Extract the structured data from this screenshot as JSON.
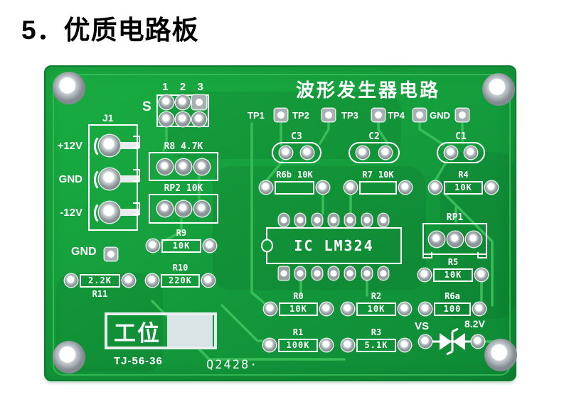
{
  "page_title": "5．优质电路板",
  "pcb": {
    "title": "波形发生器电路",
    "connector_j1": {
      "ref": "J1",
      "pin_plus": "+12V",
      "pin_gnd": "GND",
      "pin_minus": "-12V"
    },
    "header_s": {
      "label": "S",
      "pin1": "1",
      "pin2": "2",
      "pin3": "3"
    },
    "test_points": {
      "tp1": "TP1",
      "tp2": "TP2",
      "tp3": "TP3",
      "tp4": "TP4",
      "gnd": "GND"
    },
    "gnd_point_label": "GND",
    "capacitors": {
      "c3": "C3",
      "c2": "C2",
      "c1": "C1"
    },
    "trimmers": {
      "r8": "R8 4.7K",
      "rp2": "RP2 10K",
      "rp1": "RP1"
    },
    "ic_label": "IC LM324",
    "resistors": {
      "r6b": {
        "ref": "R6b",
        "value": "10K"
      },
      "r7": {
        "ref": "R7",
        "value": "10K"
      },
      "r4": {
        "ref": "R4",
        "value": "10K"
      },
      "r9": {
        "ref": "R9",
        "value": "10K"
      },
      "r10": {
        "ref": "R10",
        "value": "220K"
      },
      "r11": {
        "ref": "R11",
        "value": "2.2K"
      },
      "r0": {
        "ref": "R0",
        "value": "10K"
      },
      "r2": {
        "ref": "R2",
        "value": "10K"
      },
      "r6a": {
        "ref": "R6a",
        "value": "100"
      },
      "r1": {
        "ref": "R1",
        "value": "100K"
      },
      "r3": {
        "ref": "R3",
        "value": "5.1K"
      },
      "r5": {
        "ref": "R5",
        "value": "10K"
      }
    },
    "diode": {
      "ref": "VS",
      "value": "8.2V"
    },
    "sticker_label": "工位",
    "model_code": "TJ-56-36",
    "batch_code": "Q2428·",
    "colors": {
      "board": "#149e3c",
      "trace": "#38bd58",
      "silkscreen": "#ffffff"
    }
  }
}
